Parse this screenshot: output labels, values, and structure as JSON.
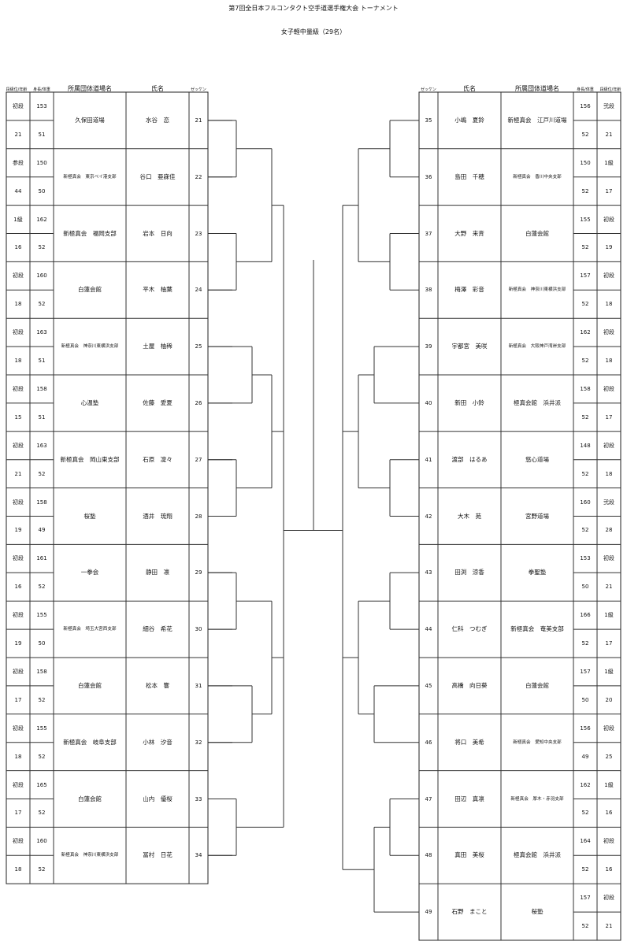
{
  "title": "第7回全日本フルコンタクト空手道選手権大会 トーナメント",
  "subtitle": "女子軽中量級（29名）",
  "headers": {
    "rank_age": "段級位/年齢",
    "height_weight": "身長/体重",
    "club": "所属団体道場名",
    "name": "氏名",
    "zekken": "ゼッケン"
  },
  "left": [
    {
      "rank": "初段",
      "age": "21",
      "height": "153",
      "weight": "51",
      "club": "久保田道場",
      "name": "水谷　恋",
      "no": "21"
    },
    {
      "rank": "参段",
      "age": "44",
      "height": "150",
      "weight": "50",
      "club": "新極真会　東京ベイ港支部",
      "name": "谷口　亜寐佳",
      "no": "22"
    },
    {
      "rank": "1級",
      "age": "16",
      "height": "162",
      "weight": "52",
      "club": "新極真会　福岡支部",
      "name": "岩本　日向",
      "no": "23"
    },
    {
      "rank": "初段",
      "age": "18",
      "height": "160",
      "weight": "52",
      "club": "白蓮会館",
      "name": "平木　柚葉",
      "no": "24"
    },
    {
      "rank": "初段",
      "age": "18",
      "height": "163",
      "weight": "51",
      "club": "新極真会　神奈川東横浜支部",
      "name": "土屋　柚稀",
      "no": "25"
    },
    {
      "rank": "初段",
      "age": "15",
      "height": "158",
      "weight": "51",
      "club": "心温塾",
      "name": "佐藤　愛夏",
      "no": "26"
    },
    {
      "rank": "初段",
      "age": "21",
      "height": "163",
      "weight": "52",
      "club": "新極真会　岡山東支部",
      "name": "石原　凜々",
      "no": "27"
    },
    {
      "rank": "初段",
      "age": "19",
      "height": "158",
      "weight": "49",
      "club": "桜塾",
      "name": "酒井　琉翔",
      "no": "28"
    },
    {
      "rank": "初段",
      "age": "16",
      "height": "161",
      "weight": "52",
      "club": "一拳会",
      "name": "静田　凛",
      "no": "29"
    },
    {
      "rank": "初段",
      "age": "19",
      "height": "155",
      "weight": "50",
      "club": "新極真会　埼玉大宮西支部",
      "name": "細谷　希花",
      "no": "30"
    },
    {
      "rank": "初段",
      "age": "17",
      "height": "158",
      "weight": "52",
      "club": "白蓮会館",
      "name": "松本　響",
      "no": "31"
    },
    {
      "rank": "初段",
      "age": "18",
      "height": "155",
      "weight": "52",
      "club": "新極真会　岐阜支部",
      "name": "小林　汐音",
      "no": "32"
    },
    {
      "rank": "初段",
      "age": "17",
      "height": "165",
      "weight": "52",
      "club": "白蓮会館",
      "name": "山内　優桜",
      "no": "33"
    },
    {
      "rank": "初段",
      "age": "18",
      "height": "160",
      "weight": "52",
      "club": "新極真会　神奈川東横浜支部",
      "name": "冨村　日花",
      "no": "34"
    }
  ],
  "right": [
    {
      "no": "35",
      "name": "小嶋　夏鈴",
      "club": "新極真会　江戸川道場",
      "height": "156",
      "weight": "52",
      "rank": "弐段",
      "age": "21"
    },
    {
      "no": "36",
      "name": "島田　千穂",
      "club": "新極真会　香川中央支部",
      "height": "150",
      "weight": "52",
      "rank": "1級",
      "age": "17"
    },
    {
      "no": "37",
      "name": "大野　来斉",
      "club": "白蓮会館",
      "height": "155",
      "weight": "52",
      "rank": "初段",
      "age": "19"
    },
    {
      "no": "38",
      "name": "梅澤　彩音",
      "club": "新極真会　神奈川東横浜支部",
      "height": "157",
      "weight": "52",
      "rank": "初段",
      "age": "18"
    },
    {
      "no": "39",
      "name": "宇都宮　美咲",
      "club": "新極真会　大阪神戸湾岸支部",
      "height": "162",
      "weight": "52",
      "rank": "初段",
      "age": "18"
    },
    {
      "no": "40",
      "name": "新田　小鈴",
      "club": "極真会館　浜井派",
      "height": "158",
      "weight": "52",
      "rank": "初段",
      "age": "17"
    },
    {
      "no": "41",
      "name": "渡部　はるあ",
      "club": "悠心道場",
      "height": "148",
      "weight": "52",
      "rank": "初段",
      "age": "18"
    },
    {
      "no": "42",
      "name": "大木　苑",
      "club": "宮野道場",
      "height": "160",
      "weight": "52",
      "rank": "弐段",
      "age": "28"
    },
    {
      "no": "43",
      "name": "田渕　涼香",
      "club": "拳聖塾",
      "height": "153",
      "weight": "50",
      "rank": "初段",
      "age": "21"
    },
    {
      "no": "44",
      "name": "仁科　つむぎ",
      "club": "新極真会　奄美支部",
      "height": "166",
      "weight": "52",
      "rank": "1級",
      "age": "17"
    },
    {
      "no": "45",
      "name": "高橋　向日葵",
      "club": "白蓮会館",
      "height": "157",
      "weight": "50",
      "rank": "1級",
      "age": "20"
    },
    {
      "no": "46",
      "name": "将口　美希",
      "club": "新極真会　愛知中央支部",
      "height": "156",
      "weight": "49",
      "rank": "初段",
      "age": "25"
    },
    {
      "no": "47",
      "name": "田辺　真凛",
      "club": "新極真会　厚木・赤羽支部",
      "height": "162",
      "weight": "52",
      "rank": "1級",
      "age": "16"
    },
    {
      "no": "48",
      "name": "真田　美桜",
      "club": "極真会館　浜井派",
      "height": "164",
      "weight": "52",
      "rank": "初段",
      "age": "16"
    },
    {
      "no": "49",
      "name": "石野　まこと",
      "club": "桜塾",
      "height": "157",
      "weight": "52",
      "rank": "初段",
      "age": "21"
    }
  ]
}
